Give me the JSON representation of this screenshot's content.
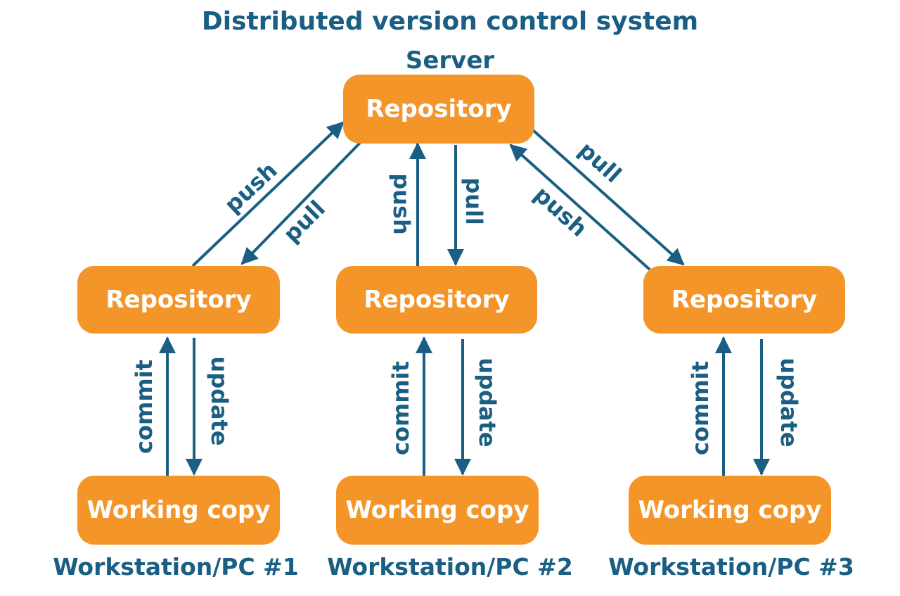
{
  "title": "Distributed version control system",
  "server_label": "Server",
  "nodes": {
    "server_repo": "Repository",
    "repo_1": "Repository",
    "repo_2": "Repository",
    "repo_3": "Repository",
    "working_1": "Working copy",
    "working_2": "Working copy",
    "working_3": "Working copy"
  },
  "workstations": [
    "Workstation/PC #1",
    "Workstation/PC #2",
    "Workstation/PC #3"
  ],
  "edge_labels": {
    "push_1": "push",
    "pull_1": "pull",
    "push_2": "push",
    "pull_2": "pull",
    "push_3": "push",
    "pull_3": "pull",
    "commit_1": "commit",
    "update_1": "update",
    "commit_2": "commit",
    "update_2": "update",
    "commit_3": "commit",
    "update_3": "update"
  },
  "colors": {
    "node_fill": "#f4952a",
    "text_blue": "#1a5f83"
  }
}
